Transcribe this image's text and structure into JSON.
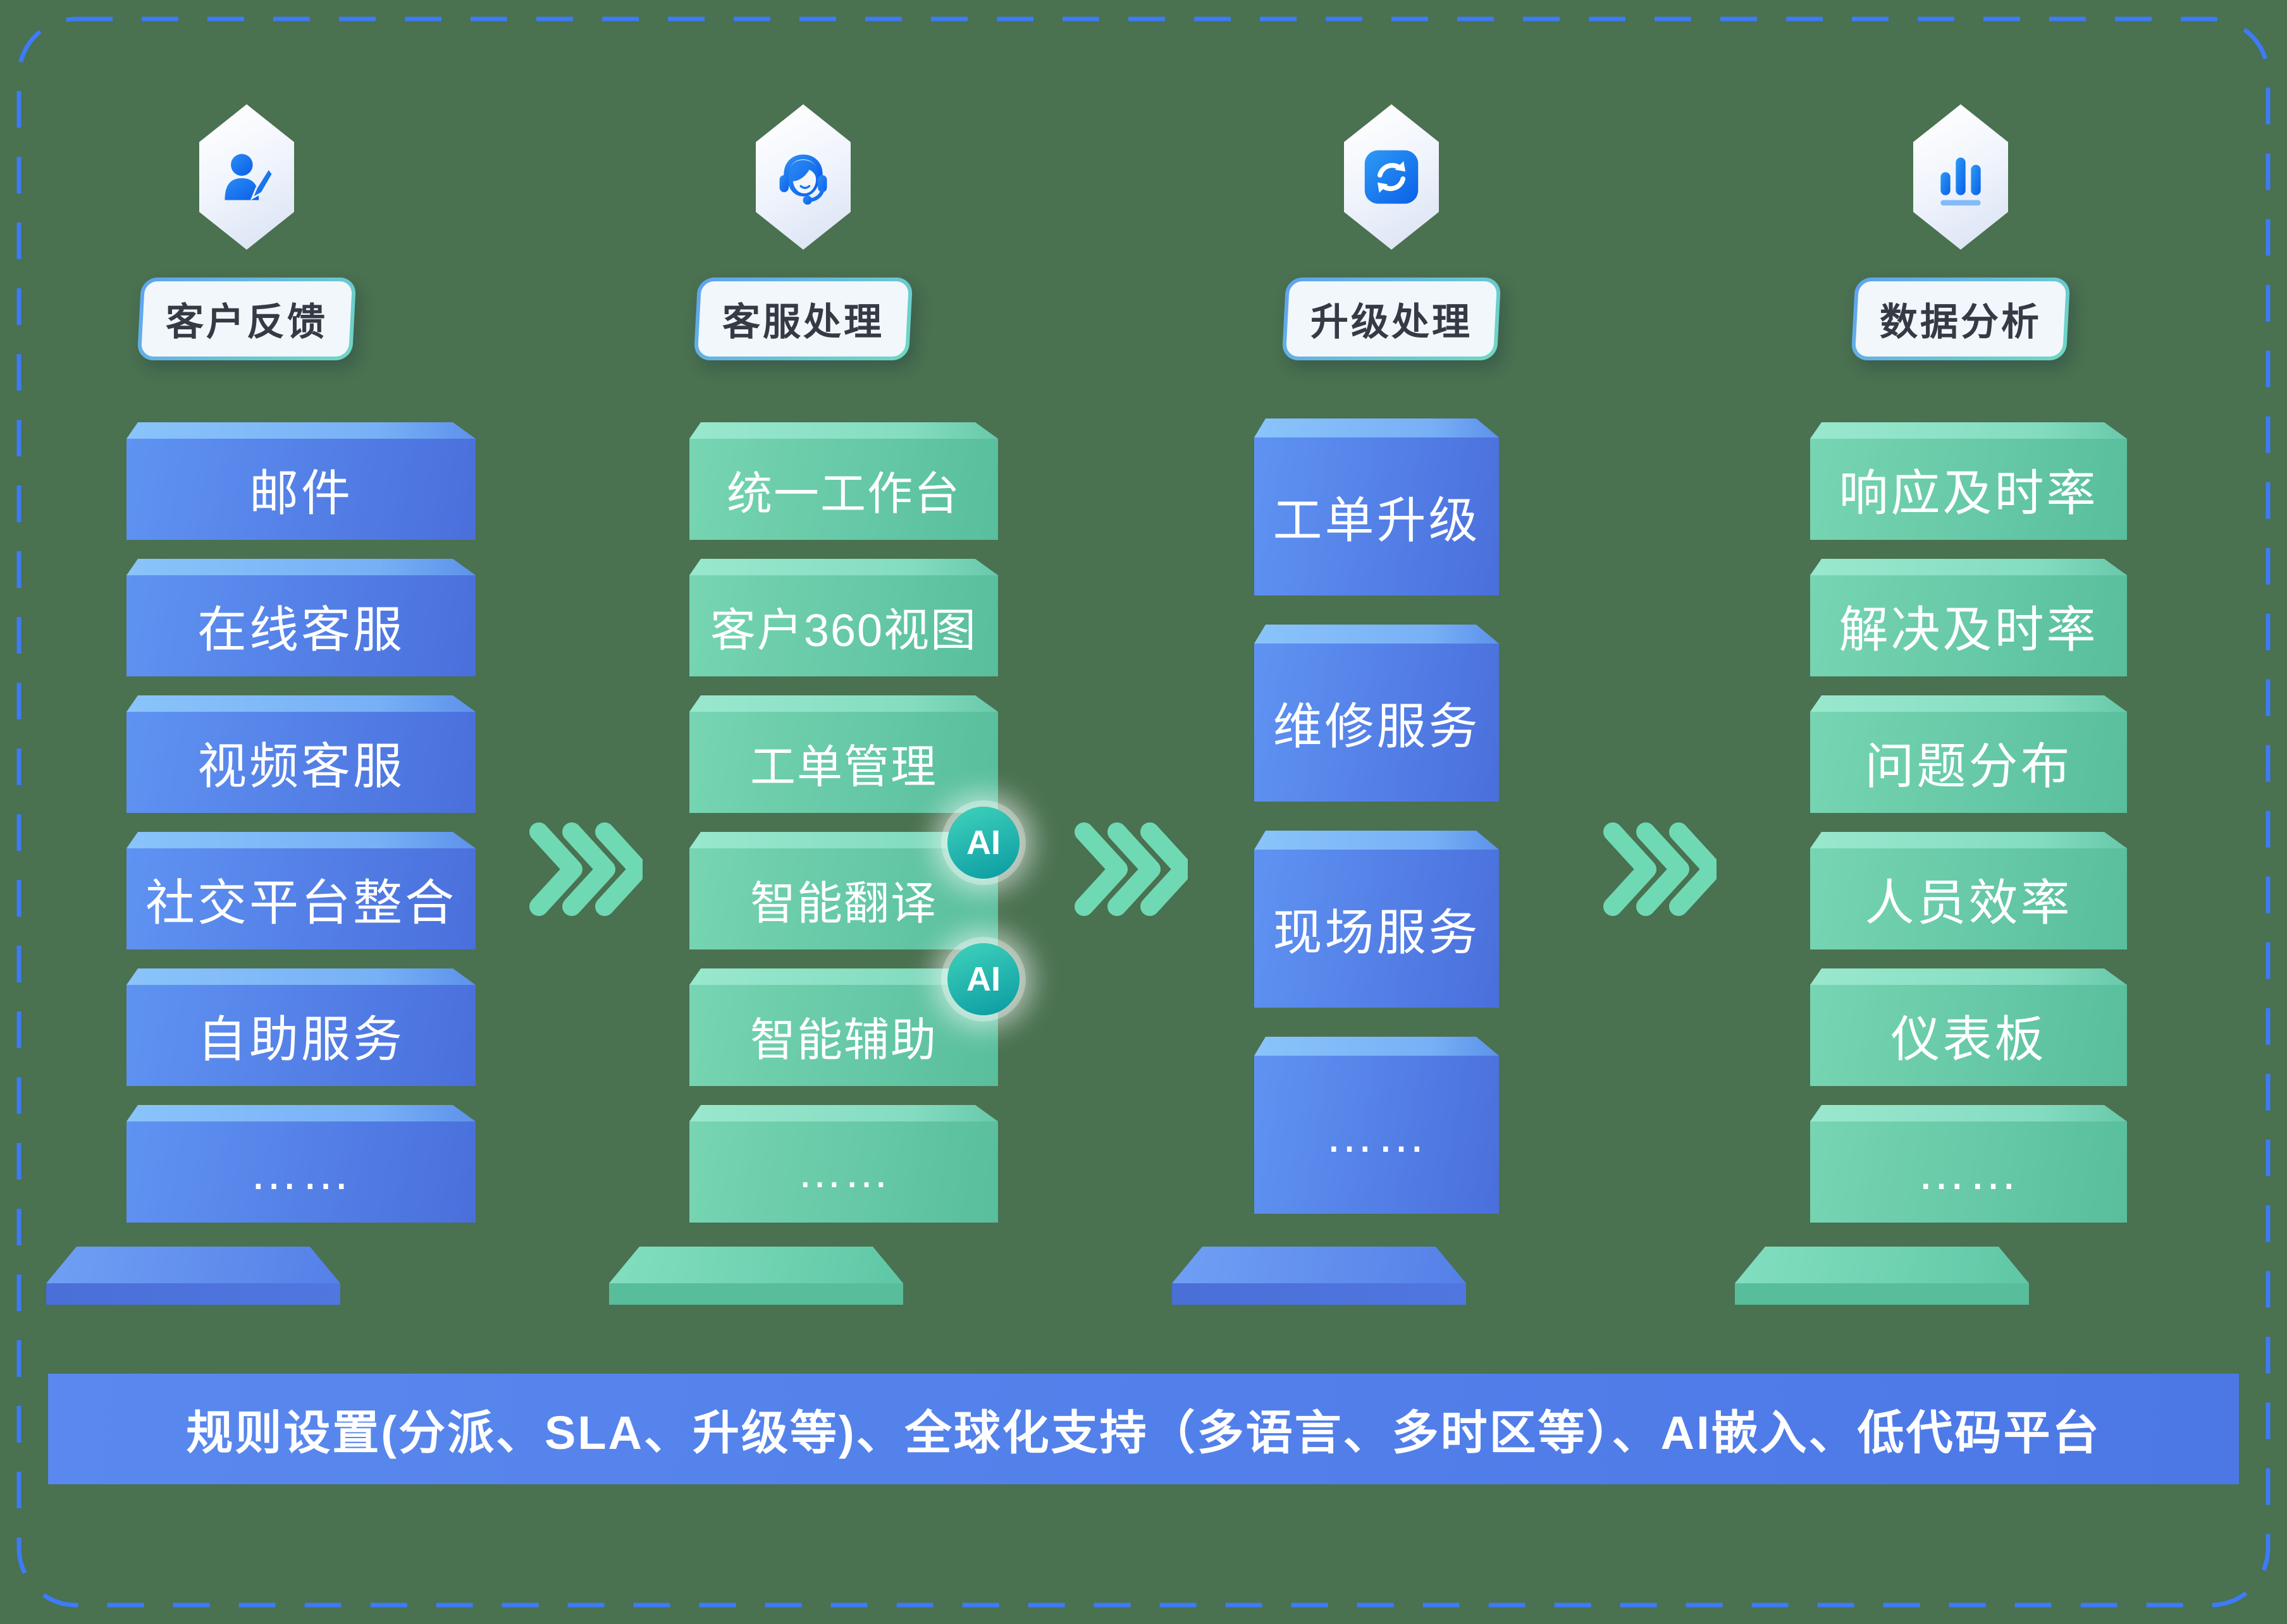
{
  "canvas": {
    "background_color": "#4A7150",
    "border_color": "#3D7BF7"
  },
  "colors": {
    "block_blue": "#4A6FDC",
    "block_blue_top": "#78B0F6",
    "block_green": "#58BE9C",
    "block_green_top": "#84DCC0",
    "arrow_green": "#6FD9B4",
    "badge_teal": "#0FA0A4",
    "banner_blue": "#4C78E6",
    "pill_text": "#353B44",
    "icon_blue": "#1176EE"
  },
  "columns": [
    {
      "label": "客户反馈",
      "icon": "user-edit-icon",
      "theme": "blue",
      "items": [
        {
          "text": "邮件"
        },
        {
          "text": "在线客服"
        },
        {
          "text": "视频客服"
        },
        {
          "text": "社交平台整合"
        },
        {
          "text": "自助服务"
        },
        {
          "text": "……"
        }
      ]
    },
    {
      "label": "客服处理",
      "icon": "headset-agent-icon",
      "theme": "green",
      "items": [
        {
          "text": "统一工作台"
        },
        {
          "text": "客户360视图"
        },
        {
          "text": "工单管理"
        },
        {
          "text": "智能翻译",
          "badge": "AI"
        },
        {
          "text": "智能辅助",
          "badge": "AI"
        },
        {
          "text": "……"
        }
      ]
    },
    {
      "label": "升级处理",
      "icon": "sync-icon",
      "theme": "blue",
      "items": [
        {
          "text": "工单升级"
        },
        {
          "text": "维修服务"
        },
        {
          "text": "现场服务"
        },
        {
          "text": "……"
        }
      ]
    },
    {
      "label": "数据分析",
      "icon": "bar-chart-icon",
      "theme": "green",
      "items": [
        {
          "text": "响应及时率"
        },
        {
          "text": "解决及时率"
        },
        {
          "text": "问题分布"
        },
        {
          "text": "人员效率"
        },
        {
          "text": "仪表板"
        },
        {
          "text": "……"
        }
      ]
    }
  ],
  "footer": {
    "text": "规则设置(分派、SLA、升级等)、全球化支持（多语言、多时区等）、AI嵌入、低代码平台"
  }
}
